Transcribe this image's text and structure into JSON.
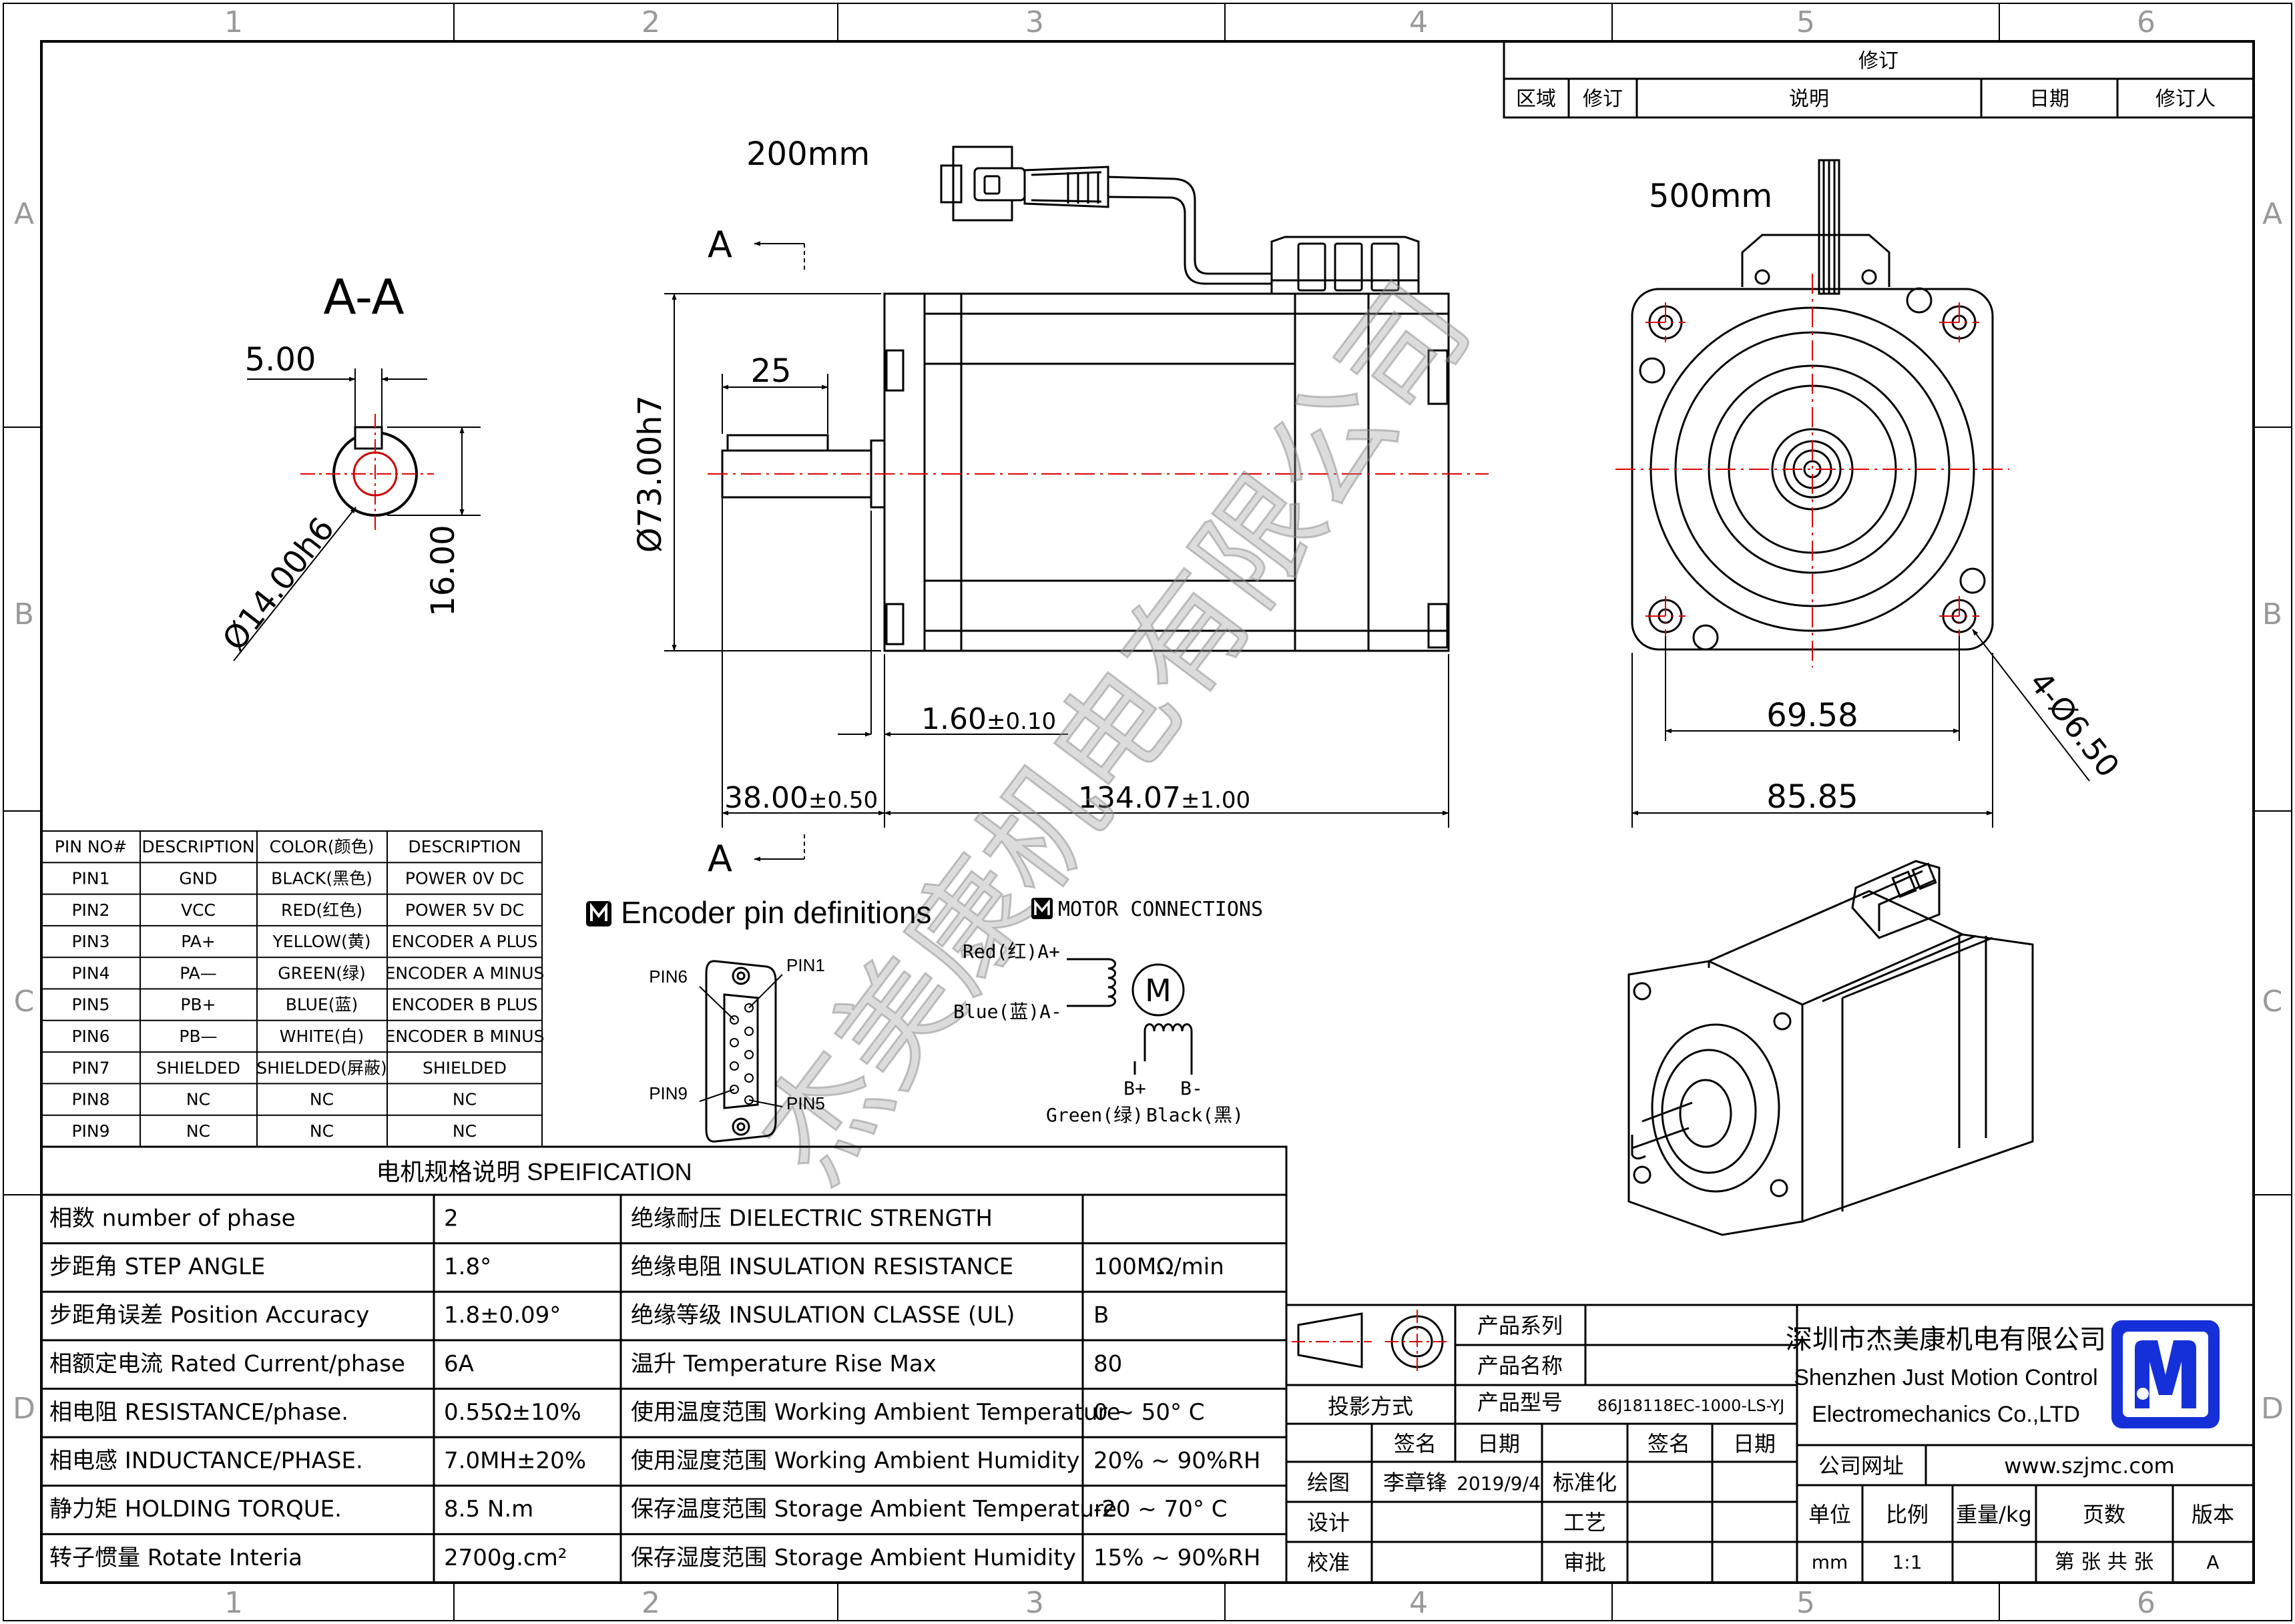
{
  "zones": {
    "columns": [
      "1",
      "2",
      "3",
      "4",
      "5",
      "6"
    ],
    "rows": [
      "A",
      "B",
      "C",
      "D"
    ]
  },
  "revision_block": {
    "title": "修订",
    "headers": [
      "区域",
      "修订",
      "说明",
      "日期",
      "修订人"
    ]
  },
  "section_view": {
    "title": "A-A",
    "key_width": "5.00",
    "key_height": "16.00",
    "shaft_dia": "Ø14.00h6"
  },
  "side_view": {
    "cable_len": "200mm",
    "section_mark": "A",
    "shaft_len": "25",
    "pilot_dia": "Ø73.00h7",
    "flange_thk": "1.60",
    "flange_tol": "±0.10",
    "shaft_ext": "38.00",
    "shaft_ext_tol": "±0.50",
    "body_len": "134.07",
    "body_tol": "±1.00"
  },
  "front_view": {
    "cable_len": "500mm",
    "bolt_pitch": "69.58",
    "flange_size": "85.85",
    "holes": "4-Ø6.50"
  },
  "watermark": "杰美康机电有限公司",
  "pin_table": {
    "headers": [
      "PIN NO#",
      "DESCRIPTION",
      "COLOR(颜色)",
      "DESCRIPTION"
    ],
    "rows": [
      [
        "PIN1",
        "GND",
        "BLACK(黑色)",
        "POWER 0V DC"
      ],
      [
        "PIN2",
        "VCC",
        "RED(红色)",
        "POWER 5V DC"
      ],
      [
        "PIN3",
        "PA+",
        "YELLOW(黄)",
        "ENCODER A PLUS"
      ],
      [
        "PIN4",
        "PA—",
        "GREEN(绿)",
        "ENCODER A MINUS"
      ],
      [
        "PIN5",
        "PB+",
        "BLUE(蓝)",
        "ENCODER B PLUS"
      ],
      [
        "PIN6",
        "PB—",
        "WHITE(白)",
        "ENCODER B MINUS"
      ],
      [
        "PIN7",
        "SHIELDED",
        "SHIELDED(屏蔽)",
        "SHIELDED"
      ],
      [
        "PIN8",
        "NC",
        "NC",
        "NC"
      ],
      [
        "PIN9",
        "NC",
        "NC",
        "NC"
      ]
    ]
  },
  "encoder": {
    "title": "Encoder pin definitions",
    "pin1": "PIN1",
    "pin5": "PIN5",
    "pin6": "PIN6",
    "pin9": "PIN9"
  },
  "motor_conn": {
    "title": "MOTOR CONNECTIONS",
    "red": "Red(红)A+",
    "blue": "Blue(蓝)A-",
    "motor": "M",
    "bplus": "B+",
    "bminus": "B-",
    "green": "Green(绿)",
    "black": "Black(黑)"
  },
  "spec": {
    "title": "电机规格说明 SPEIFICATION",
    "rows": [
      [
        "相数 number of phase",
        "2",
        "绝缘耐压 DIELECTRIC STRENGTH",
        ""
      ],
      [
        "步距角 STEP ANGLE",
        "1.8°",
        "绝缘电阻 INSULATION RESISTANCE",
        "100MΩ/min"
      ],
      [
        "步距角误差 Position Accuracy",
        "1.8±0.09°",
        "绝缘等级 INSULATION CLASSE (UL)",
        "B"
      ],
      [
        "相额定电流 Rated Current/phase",
        "6A",
        "温升 Temperature Rise Max",
        "80"
      ],
      [
        "相电阻 RESISTANCE/phase.",
        "0.55Ω±10%",
        "使用温度范围 Working Ambient Temperature",
        "0 ~ 50° C"
      ],
      [
        "相电感 INDUCTANCE/PHASE.",
        "7.0MH±20%",
        "使用湿度范围 Working Ambient Humidity",
        "20% ~ 90%RH"
      ],
      [
        "静力矩 HOLDING TORQUE.",
        "8.5 N.m",
        "保存温度范围 Storage Ambient Temperature",
        "-20 ~ 70° C"
      ],
      [
        "转子惯量 Rotate Interia",
        "2700g.cm²",
        "保存湿度范围 Storage Ambient Humidity",
        "15% ~ 90%RH"
      ]
    ]
  },
  "title_block": {
    "series_label": "产品系列",
    "name_label": "产品名称",
    "model_label": "产品型号",
    "model_value": "86J18118EC-1000-LS-YJ",
    "projection": "投影方式",
    "sign": "签名",
    "date": "日期",
    "draw": "绘图",
    "drawer": "李章锋",
    "draw_date": "2019/9/4",
    "standard": "标准化",
    "design": "设计",
    "craft": "工艺",
    "check": "校准",
    "approve": "审批",
    "company_cn": "深圳市杰美康机电有限公司",
    "company_en1": "Shenzhen Just Motion Control",
    "company_en2": "Electromechanics Co.,LTD",
    "web_label": "公司网址",
    "web": "www.szjmc.com",
    "unit": "单位",
    "scale": "比例",
    "weight": "重量/kg",
    "pages": "页数",
    "version": "版本",
    "unit_v": "mm",
    "scale_v": "1:1",
    "pages_v": "第 张 共 张",
    "version_v": "A"
  },
  "colors": {
    "ink": "#000000",
    "centerline": "#e00000",
    "brand": "#1530d8",
    "watermark": "#9a9a9a"
  }
}
